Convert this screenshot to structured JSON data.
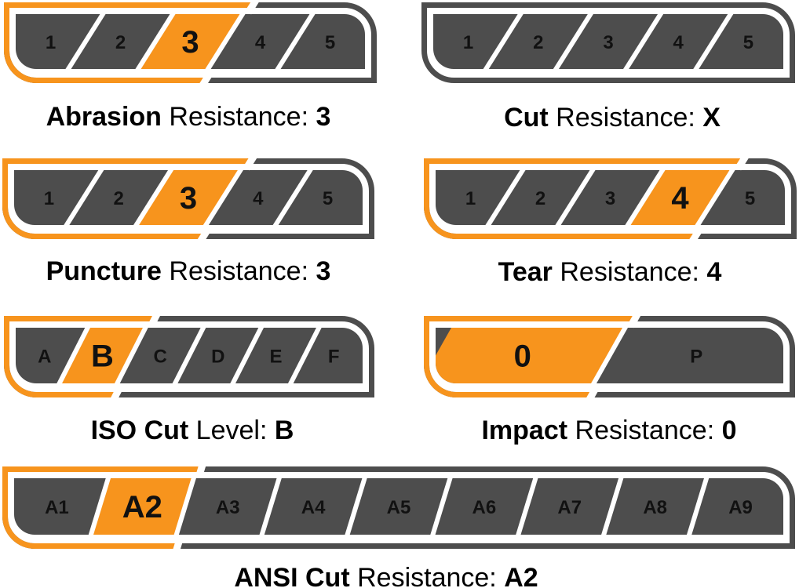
{
  "colors": {
    "accent": "#F7941D",
    "base": "#4D4D4D",
    "gap": "#FFFFFF"
  },
  "gauges": [
    {
      "id": "abrasion",
      "levels": [
        "1",
        "2",
        "3",
        "4",
        "5"
      ],
      "selected": "3",
      "label": {
        "bold": "Abrasion",
        "regular": "Resistance:",
        "value": "3"
      }
    },
    {
      "id": "cut",
      "levels": [
        "1",
        "2",
        "3",
        "4",
        "5"
      ],
      "selected": "X",
      "label": {
        "bold": "Cut",
        "regular": "Resistance:",
        "value": "X"
      }
    },
    {
      "id": "puncture",
      "levels": [
        "1",
        "2",
        "3",
        "4",
        "5"
      ],
      "selected": "3",
      "label": {
        "bold": "Puncture",
        "regular": "Resistance:",
        "value": "3"
      }
    },
    {
      "id": "tear",
      "levels": [
        "1",
        "2",
        "3",
        "4",
        "5"
      ],
      "selected": "4",
      "label": {
        "bold": "Tear",
        "regular": "Resistance:",
        "value": "4"
      }
    },
    {
      "id": "iso-cut",
      "levels": [
        "A",
        "B",
        "C",
        "D",
        "E",
        "F"
      ],
      "selected": "B",
      "label": {
        "bold": "ISO Cut",
        "regular": "Level:",
        "value": "B"
      }
    },
    {
      "id": "impact",
      "levels": [
        "0",
        "P"
      ],
      "selected": "0",
      "label": {
        "bold": "Impact",
        "regular": "Resistance:",
        "value": "0"
      }
    },
    {
      "id": "ansi-cut",
      "levels": [
        "A1",
        "A2",
        "A3",
        "A4",
        "A5",
        "A6",
        "A7",
        "A8",
        "A9"
      ],
      "selected": "A2",
      "label": {
        "bold": "ANSI Cut",
        "regular": "Resistance:",
        "value": "A2"
      }
    }
  ]
}
